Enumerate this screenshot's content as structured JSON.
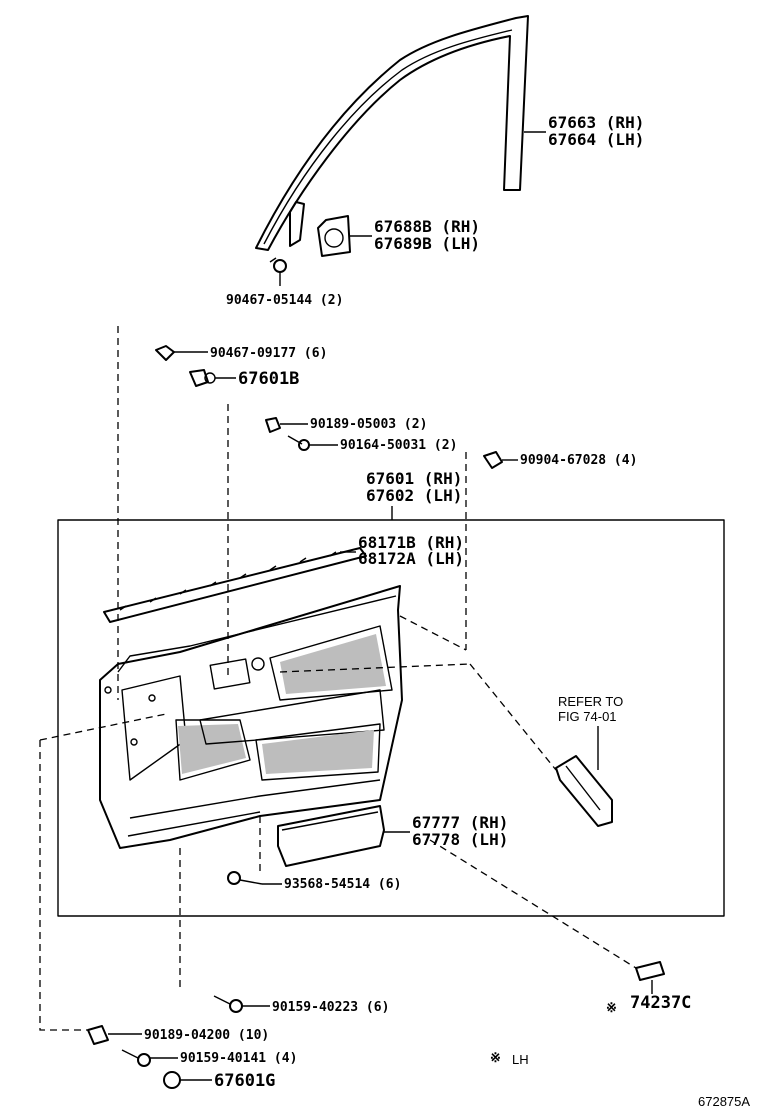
{
  "labels": {
    "p67663": "67663 (RH)",
    "p67664": "67664 (LH)",
    "p67688b": "67688B (RH)",
    "p67689b": "67689B (LH)",
    "p90467_05144": "90467-05144 (2)",
    "p90467_09177": "90467-09177 (6)",
    "p67601b": "67601B",
    "p90189_05003": "90189-05003 (2)",
    "p90164_50031": "90164-50031 (2)",
    "p90904_67028": "90904-67028 (4)",
    "p67601": "67601 (RH)",
    "p67602": "67602 (LH)",
    "p68171b": "68171B (RH)",
    "p68172a": "68172A (LH)",
    "refer_to": "REFER TO",
    "fig_ref": "FIG 74-01",
    "p67777": "67777 (RH)",
    "p67778": "67778 (LH)",
    "p93568_54514": "93568-54514 (6)",
    "p90159_40223": "90159-40223 (6)",
    "p74237c": "74237C",
    "p74237c_mark": "※",
    "p90189_04200": "90189-04200 (10)",
    "p90159_40141": "90159-40141 (4)",
    "p67601g": "67601G",
    "legend_mark": "※",
    "legend_text": "LH",
    "figure_id": "672875A"
  }
}
